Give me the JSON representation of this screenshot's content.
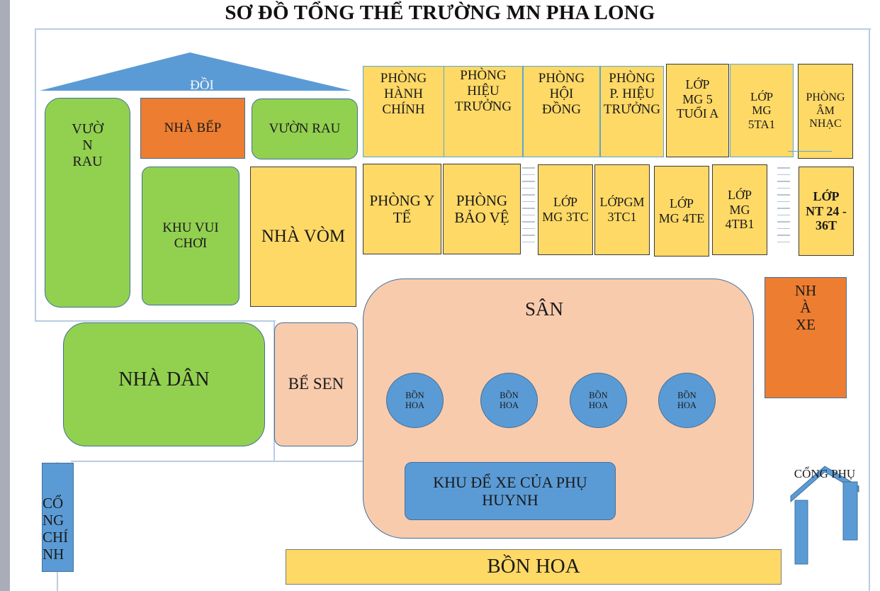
{
  "title": "SƠ ĐỒ TỔNG THỂ TRƯỜNG MN PHA LONG",
  "colors": {
    "yellow": "#ffd966",
    "green": "#92d050",
    "orange": "#ed7d31",
    "peach": "#f8cbad",
    "blue": "#5b9bd5"
  },
  "areas": {
    "doi": "ĐỒI",
    "vuon_rau_left": "VƯỜ\nN\nRAU",
    "nha_bep": "NHÀ BẾP",
    "vuon_rau_right": "VƯỜN RAU",
    "khu_vui_choi": "KHU VUI\nCHƠI",
    "nha_vom": "NHÀ VÒM",
    "nha_dan": "NHÀ DÂN",
    "be_sen": "BỂ SEN",
    "san": "SÂN",
    "nha_xe": "NH\nÀ\nXE",
    "khu_de_xe": "KHU ĐỂ XE CỦA PHỤ\nHUYNH",
    "bon_hoa_bottom": "BỒN HOA",
    "cong_chinh": "CỔ\nNG\nCHÍ\nNH",
    "cong_phu": "CỔNG PHỤ"
  },
  "rooms_top": [
    "PHÒNG\nHÀNH\nCHÍNH",
    "PHÒNG\nHIỆU\nTRƯỞNG",
    "PHÒNG\nHỘI\nĐỒNG",
    "PHÒNG\nP. HIỆU\nTRƯỞNG",
    "LỚP\nMG 5\nTUỔI A",
    "LỚP\nMG\n5TA1",
    "PHÒNG\nÂM\nNHẠC"
  ],
  "rooms_second": [
    "PHÒNG Y\nTẾ",
    "PHÒNG\nBẢO VỆ",
    "LỚP\nMG 3TC",
    "LỚPGM\n3TC1",
    "LỚP\nMG 4TE",
    "LỚP\nMG\n4TB1",
    "LỚP\nNT 24 -\n36T"
  ],
  "flower_pots": [
    "BỒN\nHOA",
    "BỒN\nHOA",
    "BỒN\nHOA",
    "BỒN\nHOA"
  ]
}
